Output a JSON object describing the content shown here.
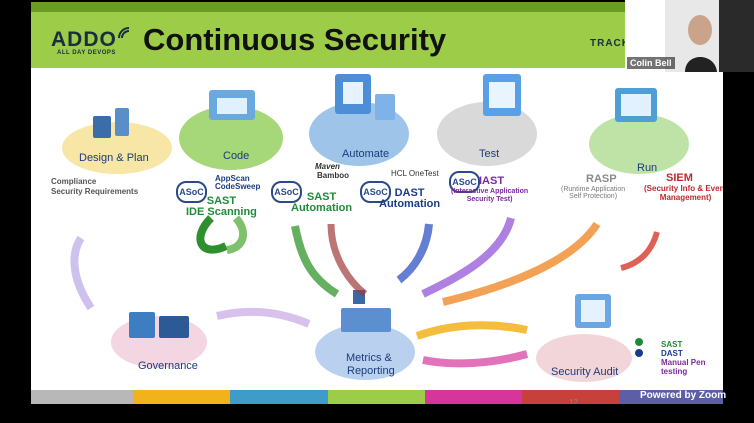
{
  "slide": {
    "logo": "ADDO",
    "logo_sub": "ALL DAY DEVOPS",
    "title": "Continuous Security",
    "track": "TRACK",
    "slide_number": "12",
    "compliance": [
      "Compliance",
      "Security Requirements"
    ],
    "stages": {
      "design": "Design & Plan",
      "code": "Code",
      "automate": "Automate",
      "test": "Test",
      "run": "Run",
      "governance": "Governance",
      "metrics": [
        "Metrics &",
        "Reporting"
      ],
      "audit": "Security Audit"
    },
    "tools": {
      "appscan": [
        "AppScan",
        "CodeSweep"
      ],
      "maven": "Maven",
      "bamboo": "Bamboo",
      "hcl": "HCL OneTest"
    },
    "asoc": "ASoC",
    "labels": {
      "sast_ide": [
        "SAST",
        "IDE Scanning"
      ],
      "sast_auto": [
        "SAST",
        "Automation"
      ],
      "dast_auto": [
        "DAST",
        "Automation"
      ],
      "iast": "IAST",
      "iast_sub": [
        "(Interactive Application",
        "Security Test)"
      ],
      "rasp": "RASP",
      "rasp_sub": [
        "(Runtime Application",
        "Self Protection)"
      ],
      "siem": "SIEM",
      "siem_sub": [
        "(Security Info & Event",
        "Management)"
      ]
    },
    "legend": [
      {
        "label": "SAST",
        "color": "#1f8a3a"
      },
      {
        "label": "DAST",
        "color": "#1a3c88"
      },
      {
        "label": "Manual Pen",
        "color": "#7a2a9c"
      },
      {
        "label": "testing",
        "color": "#7a2a9c"
      }
    ],
    "bottom_bar_colors": [
      "#b8b8b8",
      "#f2b21b",
      "#3f9bc8",
      "#9dcc48",
      "#d6369c",
      "#c8403c",
      "#5d5fa6"
    ]
  },
  "video": {
    "participant_name": "Colin Bell"
  },
  "zoom_overlay": "Powered by Zoom"
}
